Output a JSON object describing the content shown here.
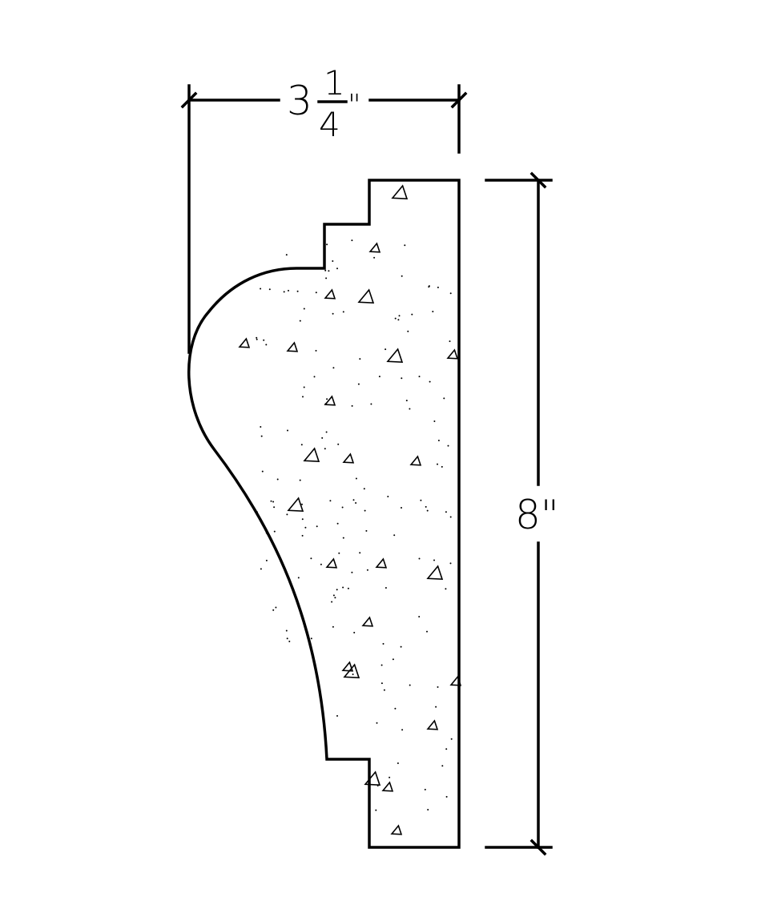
{
  "drawing": {
    "subject": "molding-profile-section",
    "hatch": "concrete"
  },
  "dimensions": {
    "width": {
      "whole": "3",
      "numerator": "1",
      "denominator": "4",
      "unit": "\""
    },
    "height": {
      "label": "8\""
    }
  }
}
